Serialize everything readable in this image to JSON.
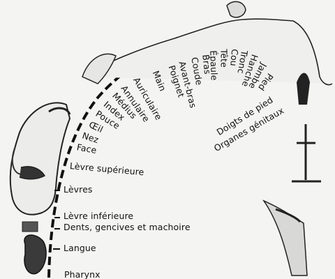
{
  "homunculus": {
    "labels": [
      "Pharynx",
      "Langue",
      "Dents, gencives et machoire",
      "Lèvre inférieure",
      "Lèvres",
      "Lèvre supérieure",
      "Face",
      "Nez",
      "Œil",
      "Pouce",
      "Index",
      "Médius",
      "Annulaire",
      "Auriculaire",
      "Main",
      "Poignet",
      "Avant-bras",
      "Coude",
      "Bras",
      "Épaule",
      "Tête",
      "Cou",
      "Tronc",
      "Hanche",
      "Jambe",
      "Pied",
      "Doigts de pied",
      "Organes génitaux"
    ]
  }
}
